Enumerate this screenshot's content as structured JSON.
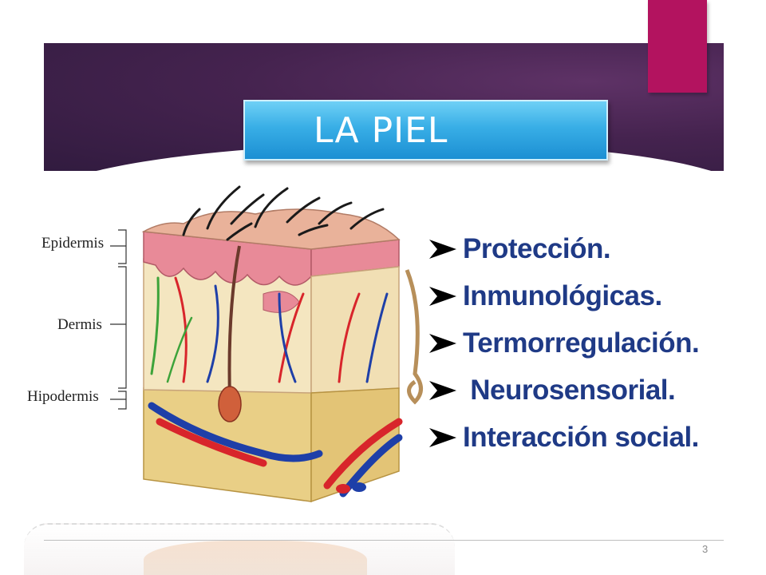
{
  "slide": {
    "title": "LA PIEL",
    "number": "3",
    "colors": {
      "banner": "#45234f",
      "accent": "#b3135f",
      "title_box": "#38aee6",
      "bullet_text": "#1f3a86"
    }
  },
  "diagram": {
    "labels": [
      "Epidermis",
      "Dermis",
      "Hipodermis"
    ]
  },
  "bullets": {
    "icon": "arrowhead-bullet-icon",
    "items": [
      "Protección.",
      "Inmunológicas.",
      "Termorregulación.",
      " Neurosensorial.",
      "Interacción social."
    ]
  }
}
